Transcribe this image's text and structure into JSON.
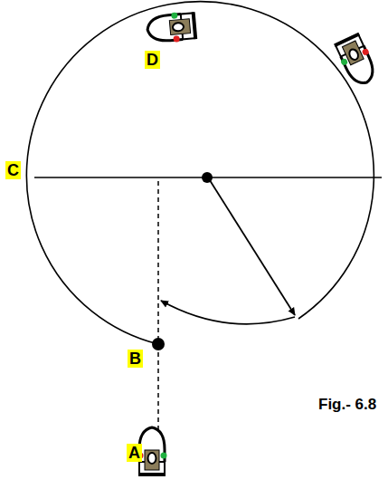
{
  "diagram": {
    "caption": "Fig.- 6.8",
    "labels": [
      "D",
      "C",
      "B",
      "A"
    ]
  }
}
